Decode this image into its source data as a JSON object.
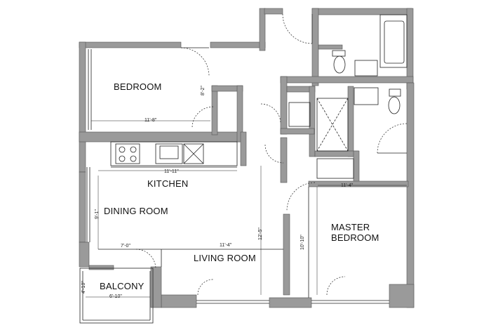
{
  "rooms": {
    "bedroom": "BEDROOM",
    "kitchen": "KITCHEN",
    "dining_room": "DINING ROOM",
    "living_room": "LIVING ROOM",
    "master_bedroom_line1": "MASTER",
    "master_bedroom_line2": "BEDROOM",
    "balcony": "BALCONY"
  },
  "dimensions": {
    "bedroom_width": "11'-8\"",
    "bedroom_height": "8'-2\"",
    "kitchen_width": "11'-11\"",
    "dining_height": "9'-1\"",
    "dining_width": "7'-0\"",
    "living_width": "11'-4\"",
    "living_height": "12'-5\"",
    "master_height": "10'-10\"",
    "master_width": "11'-4\"",
    "balcony_height": "4'-10\"",
    "balcony_width": "6'-10\""
  },
  "colors": {
    "wall": "#9a9a9a",
    "wall_outline": "#555555",
    "line": "#222222",
    "background": "#ffffff"
  }
}
